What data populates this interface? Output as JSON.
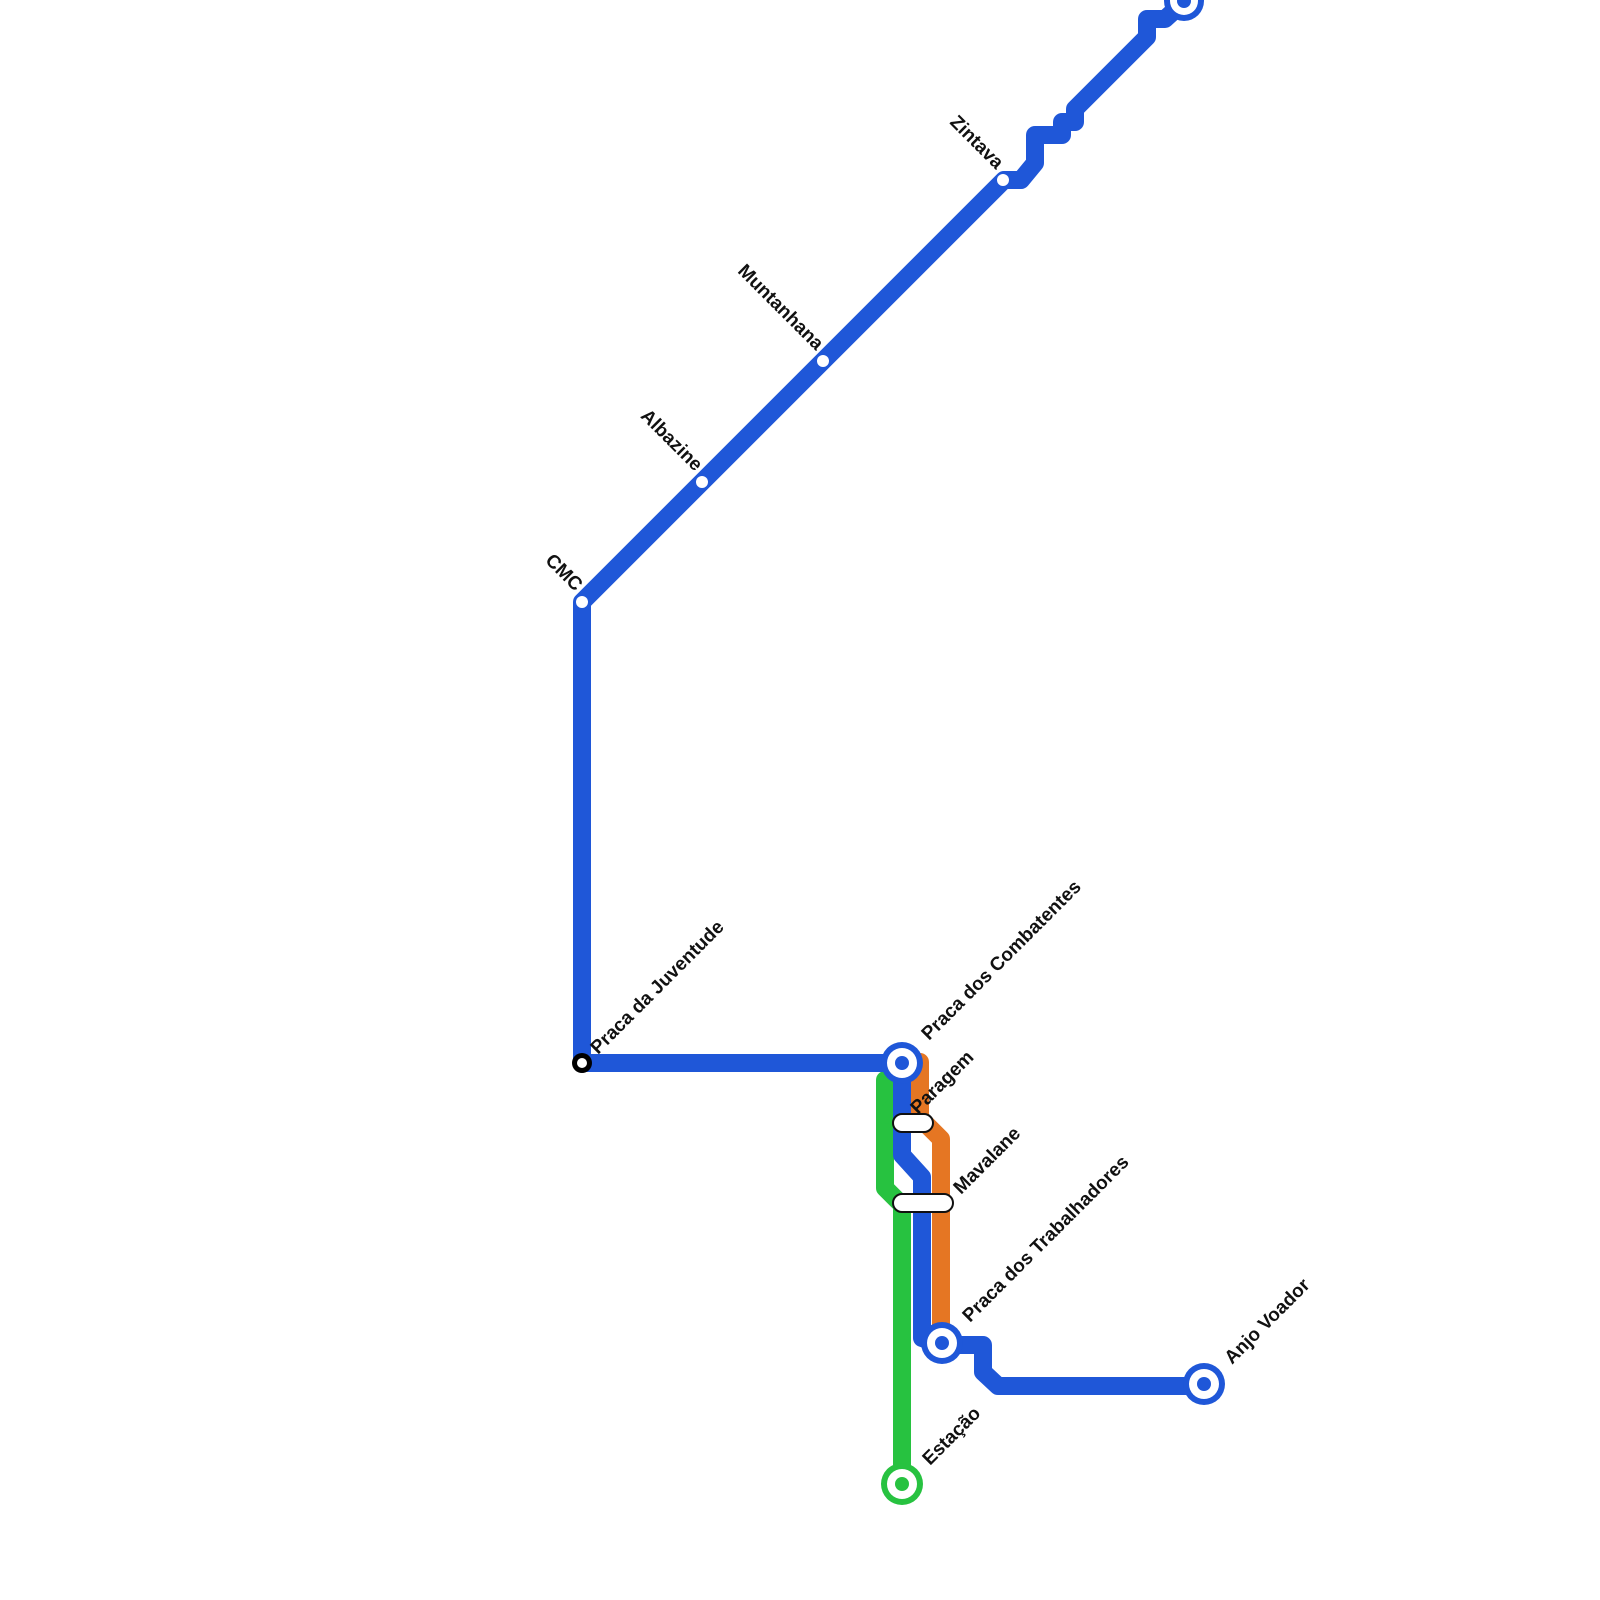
{
  "colors": {
    "blue": "#1f57d8",
    "green": "#27c240",
    "orange": "#e57623",
    "terminal": "#000000",
    "label": "#111111"
  },
  "stations": {
    "top": "",
    "zintava": "Zintava",
    "muntanhana": "Muntanhana",
    "albazine": "Albazine",
    "cmc": "CMC",
    "praca_juventude": "Praca da Juventude",
    "praca_combatentes": "Praca dos Combatentes",
    "paragem": "Paragem",
    "mavalane": "Mavalane",
    "praca_trabalhadores": "Praca dos Trabalhadores",
    "anjo_voador": "Anjo Voador",
    "estacao": "Estação"
  }
}
